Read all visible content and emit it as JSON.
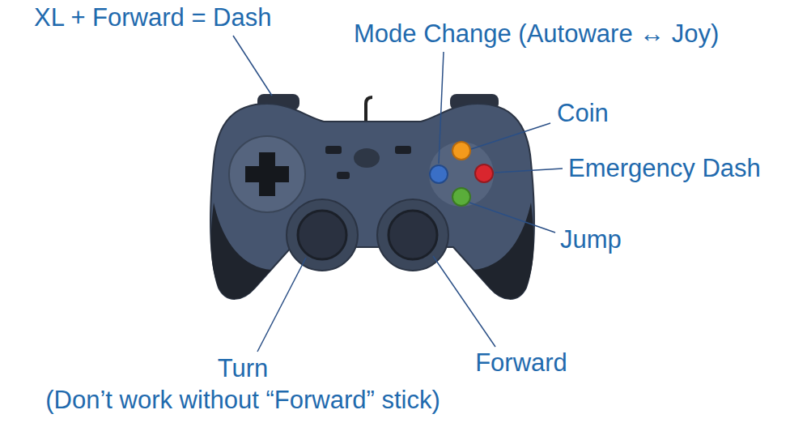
{
  "diagram": {
    "labels": [
      "XL + Forward = Dash",
      "Mode Change (Autoware ↔ Joy)",
      "Coin",
      "Emergency Dash",
      "Jump",
      "Turn",
      "(Don’t work without “Forward” stick)",
      "Forward"
    ]
  }
}
